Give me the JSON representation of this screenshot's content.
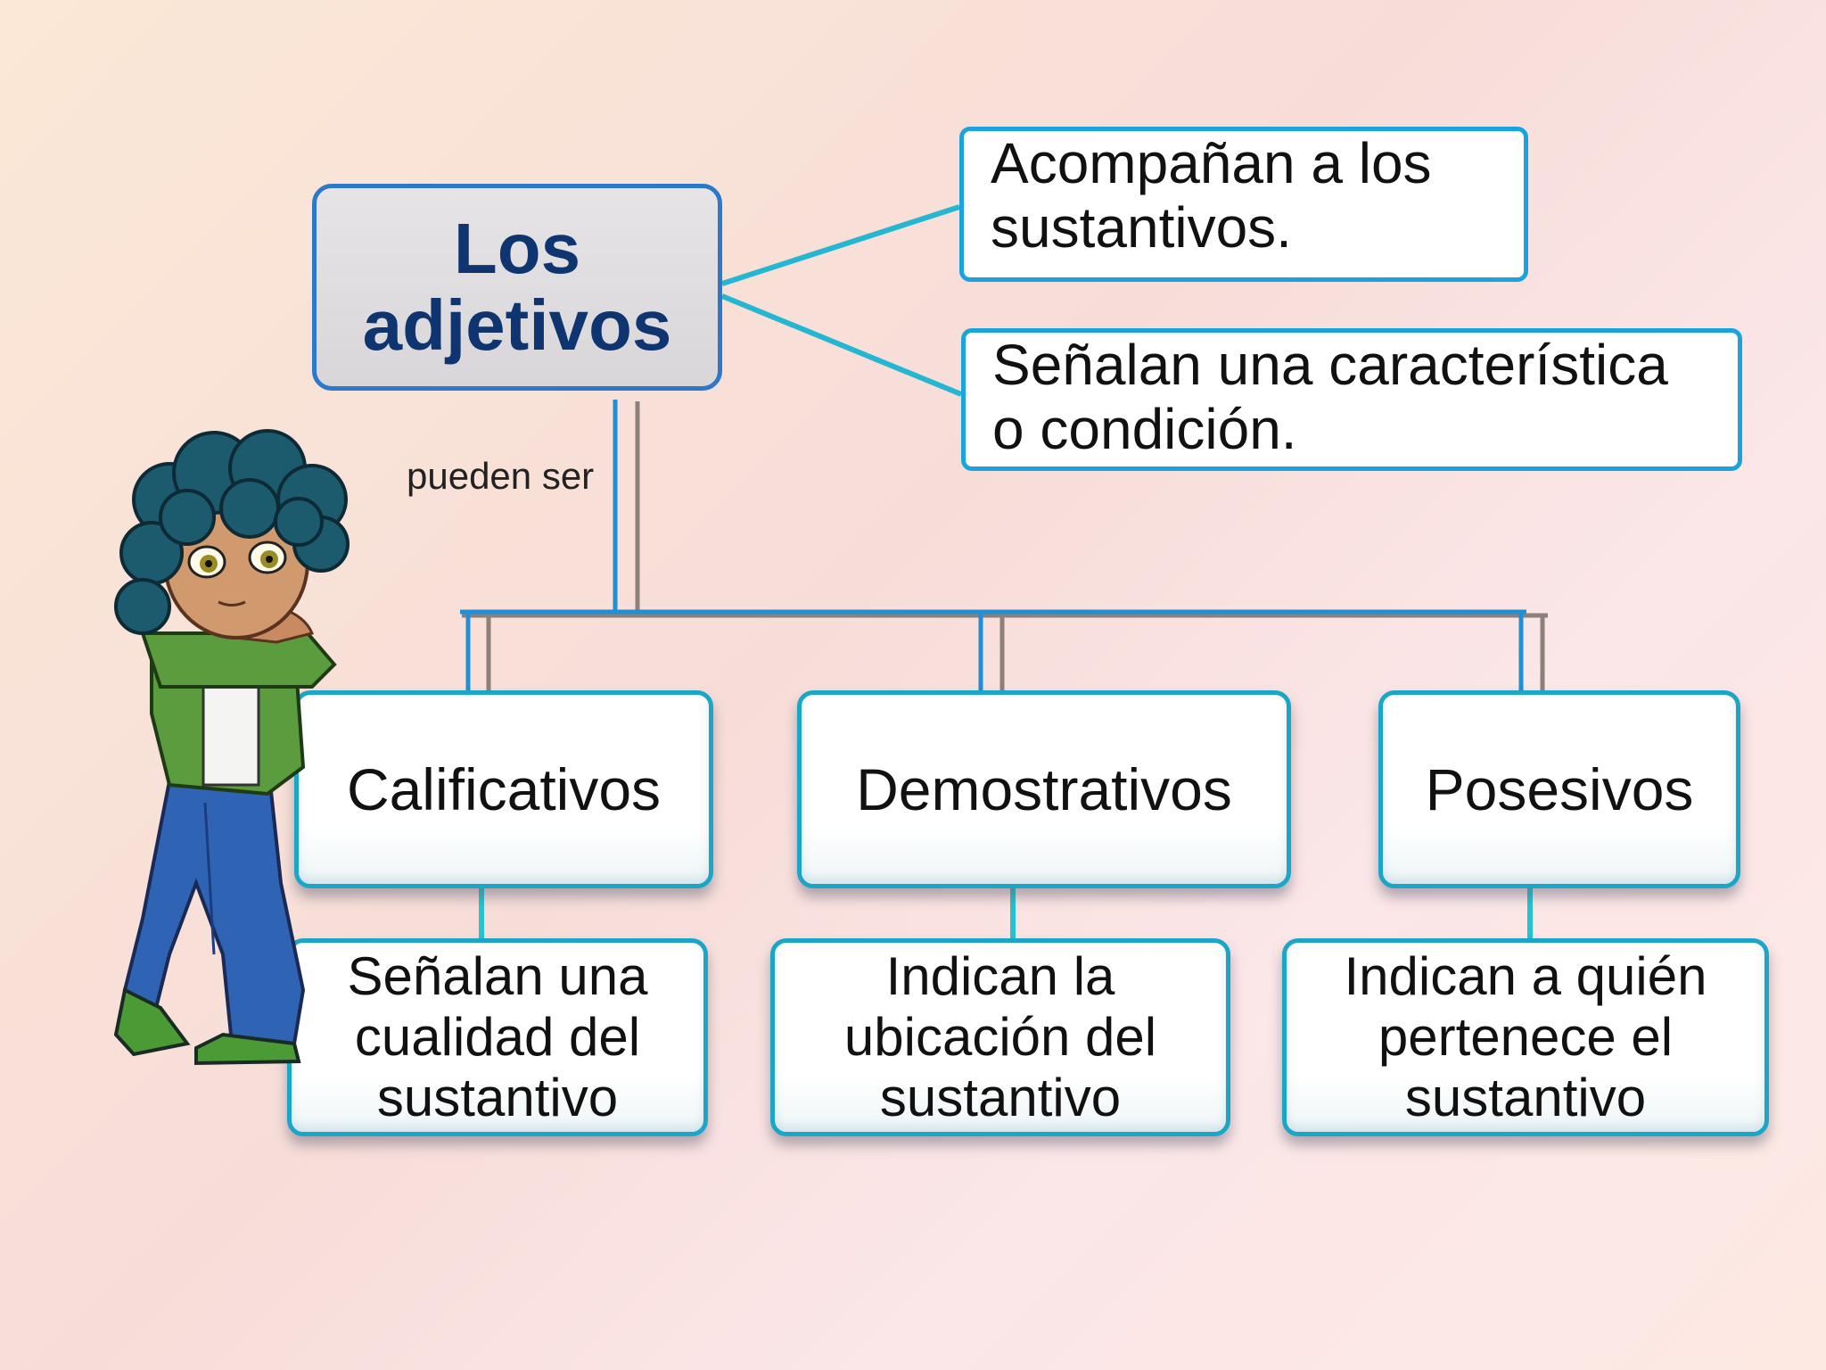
{
  "diagram": {
    "root": {
      "line1": "Los",
      "line2": "adjetivos"
    },
    "notes": [
      {
        "line1": "Acompañan a los",
        "line2": "sustantivos."
      },
      {
        "line1": "Señalan una característica",
        "line2": "o condición."
      }
    ],
    "link_label": "pueden ser",
    "categories": [
      {
        "label": "Calificativos",
        "desc": [
          "Señalan una",
          "cualidad del",
          "sustantivo"
        ]
      },
      {
        "label": "Demostrativos",
        "desc": [
          "Indican la",
          "ubicación del",
          "sustantivo"
        ]
      },
      {
        "label": "Posesivos",
        "desc": [
          "Indican a quién",
          "pertenece el",
          "sustantivo"
        ]
      }
    ]
  },
  "colors": {
    "root_border": "#2d79c9",
    "root_text": "#0e3570",
    "note_border": "#1aa3dc",
    "connector": "#1fa9d6",
    "connector_shadow": "#8d7f7a"
  },
  "illustration": {
    "icon": "cartoon-character-illustration"
  }
}
